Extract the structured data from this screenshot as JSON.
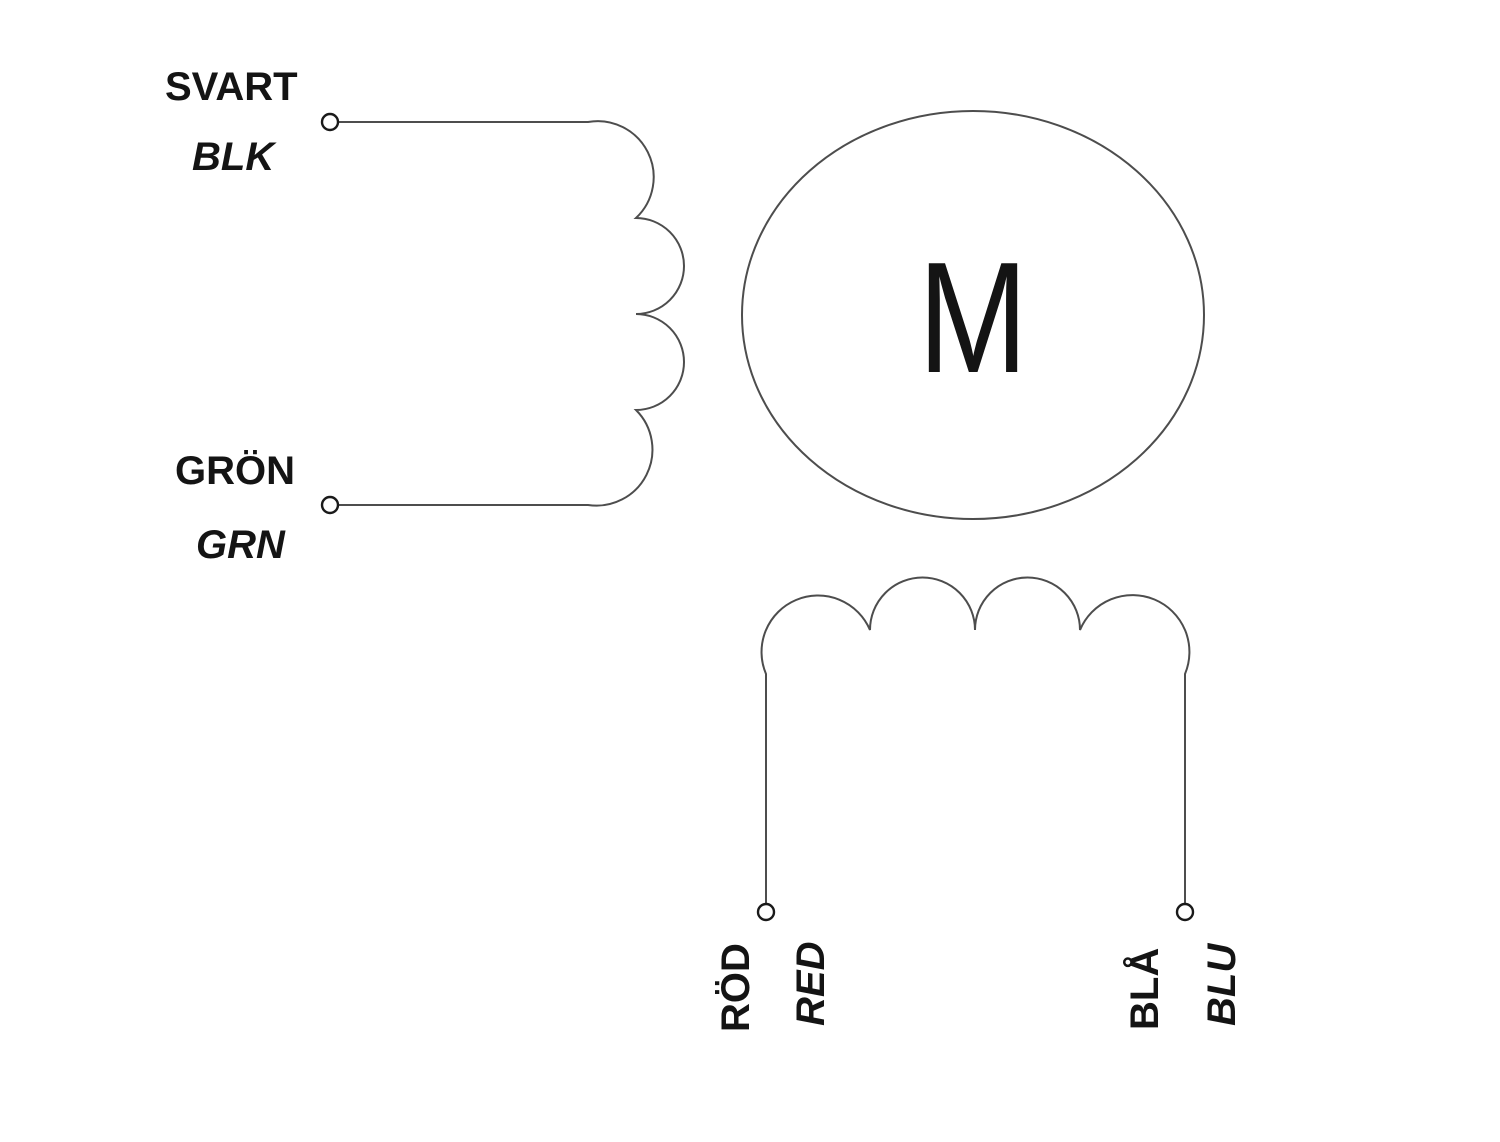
{
  "diagram": {
    "motor": {
      "symbol": "M"
    },
    "winding_a": {
      "terminal_start": {
        "swedish": "SVART",
        "english": "BLK"
      },
      "terminal_end": {
        "swedish": "GRÖN",
        "english": "GRN"
      }
    },
    "winding_b": {
      "terminal_start": {
        "swedish": "RÖD",
        "english": "RED"
      },
      "terminal_end": {
        "swedish": "BLÅ",
        "english": "BLU"
      }
    },
    "colors": {
      "line": "#4d4d4d",
      "terminal_stroke": "#1a1a1a",
      "text": "#141414",
      "background": "#ffffff"
    }
  }
}
